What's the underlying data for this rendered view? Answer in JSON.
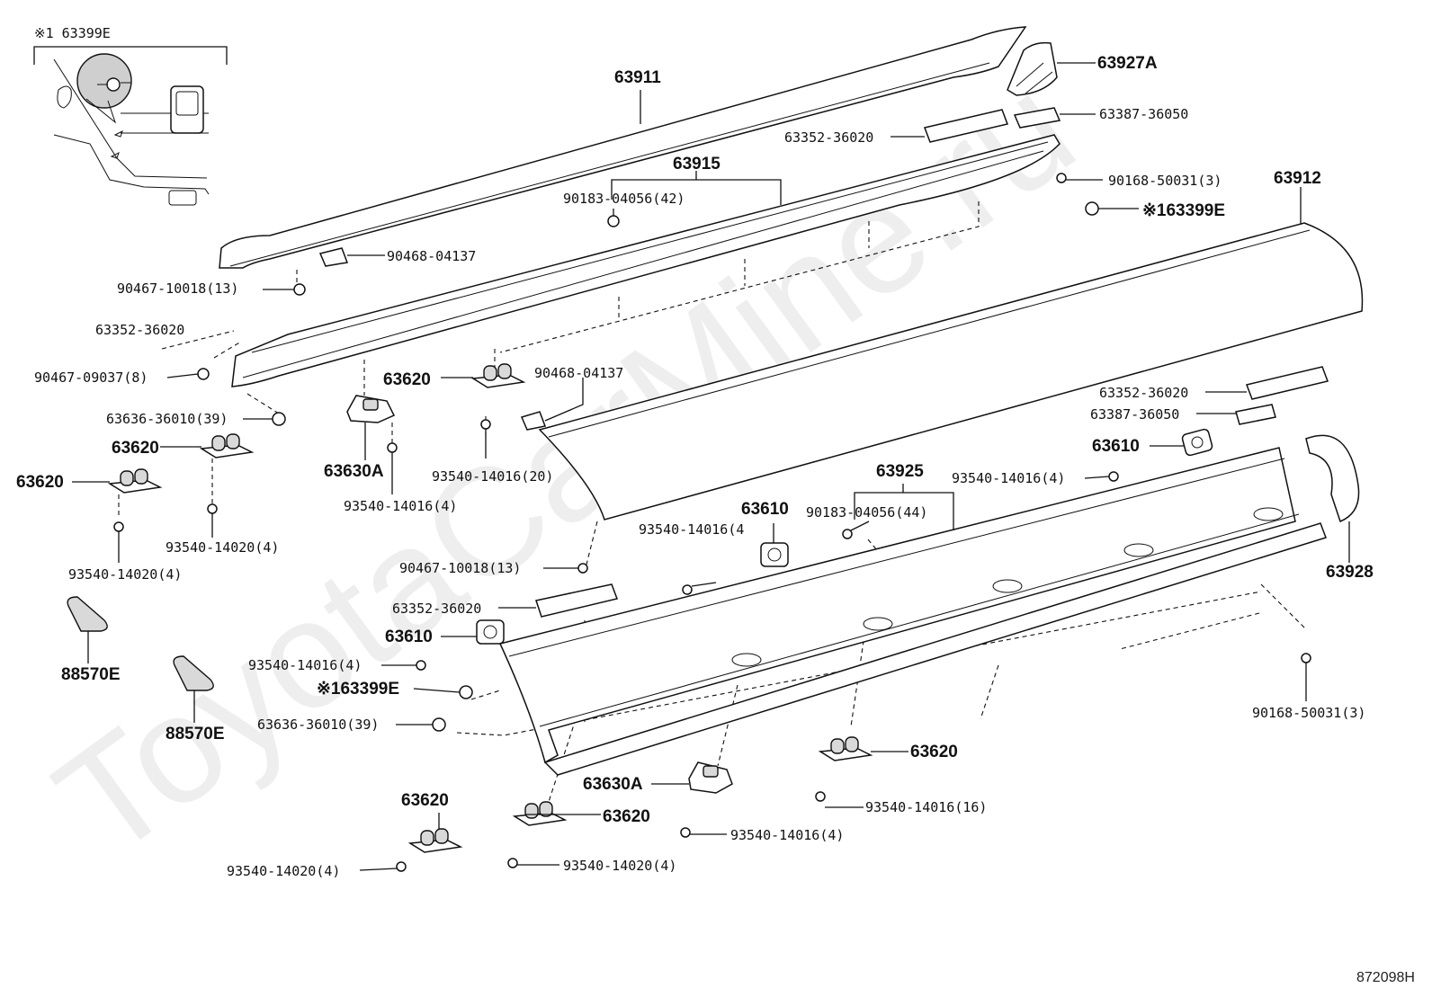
{
  "watermark": "ToyotaCarMine.ru",
  "diagram_code": "872098H",
  "inset": {
    "label": "※1 63399E"
  },
  "labels": {
    "p63911": "63911",
    "p63927A": "63927A",
    "p63387_top": "63387-36050",
    "p63352_top": "63352-36020",
    "p63915": "63915",
    "p90183_top": "90183-04056(42)",
    "p90168_top": "90168-50031(3)",
    "p63912": "63912",
    "p63399E_r": "※163399E",
    "p90468_a": "90468-04137",
    "p90467_a": "90467-10018(13)",
    "p63352_left": "63352-36020",
    "p90467_b": "90467-09037(8)",
    "p63620_a": "63620",
    "p90468_b": "90468-04137",
    "p63636_a": "63636-36010(39)",
    "p63620_b": "63620",
    "p63620_c": "63620",
    "p63630A_a": "63630A",
    "p93540_a": "93540-14016(20)",
    "p63352_right": "63352-36020",
    "p63387_right": "63387-36050",
    "p63610_a": "63610",
    "p63925": "63925",
    "p93540_b": "93540-14016(4)",
    "p93540_c": "93540-14016(4)",
    "p93540_d": "93540-14020(4)",
    "p93540_e": "93540-14020(4)",
    "p63610_b": "63610",
    "p90183_mid": "90183-04056(44)",
    "p93540_f": "93540-14016(4",
    "p90467_c": "90467-10018(13)",
    "p63928": "63928",
    "p63352_low": "63352-36020",
    "p63610_c": "63610",
    "p88570E_a": "88570E",
    "p93540_g": "93540-14016(4)",
    "p63399E_low": "※163399E",
    "p88570E_b": "88570E",
    "p63636_b": "63636-36010(39)",
    "p90168_low": "90168-50031(3)",
    "p63620_d": "63620",
    "p63630A_b": "63630A",
    "p93540_h": "93540-14016(16)",
    "p63620_e": "63620",
    "p63620_f": "63620",
    "p93540_i": "93540-14016(4)",
    "p93540_j": "93540-14020(4)",
    "p93540_k": "93540-14020(4)"
  }
}
